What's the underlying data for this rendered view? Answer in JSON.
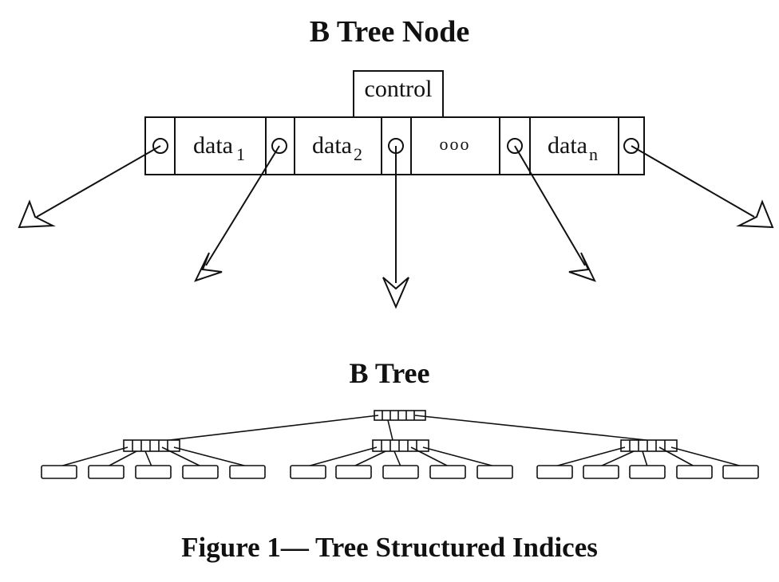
{
  "figure": {
    "node_title": "B Tree Node",
    "tree_title": "B Tree",
    "caption": "Figure 1— Tree Structured Indices"
  },
  "node": {
    "control_label": "control",
    "cells": [
      {
        "label": "data",
        "sub": "1"
      },
      {
        "label": "data",
        "sub": "2"
      },
      {
        "label": "ooo",
        "sub": ""
      },
      {
        "label": "data",
        "sub": "n"
      }
    ]
  }
}
